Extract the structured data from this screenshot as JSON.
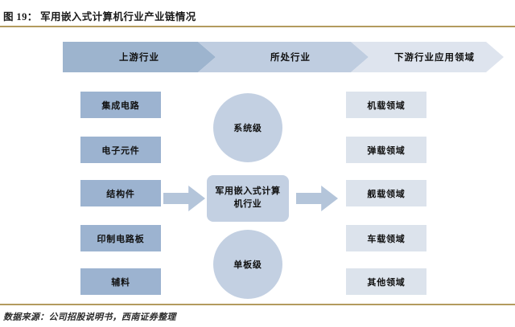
{
  "figure": {
    "title": "图 19： 军用嵌入式计算机行业产业链情况",
    "source": "数据来源：公司招股说明书，西南证券整理"
  },
  "colors": {
    "rule": "#b39a5e",
    "chevron_upstream": "#9db4ce",
    "chevron_current": "#bfcde0",
    "chevron_downstream": "#dee4ee",
    "upstream_box": "#9cb3d0",
    "downstream_box": "#dce3ec",
    "center_shape": "#c3d0e2",
    "block_arrow": "#b4c5da"
  },
  "banner": {
    "stages": [
      {
        "label": "上游行业"
      },
      {
        "label": "所处行业"
      },
      {
        "label": "下游行业应用领域"
      }
    ]
  },
  "upstream": {
    "items": [
      {
        "label": "集成电路"
      },
      {
        "label": "电子元件"
      },
      {
        "label": "结构件"
      },
      {
        "label": "印制电路板"
      },
      {
        "label": "辅料"
      }
    ]
  },
  "center": {
    "top_circle": "系统级",
    "core": "军用嵌入式计算机行业",
    "bottom_circle": "单板级"
  },
  "downstream": {
    "items": [
      {
        "label": "机载领域"
      },
      {
        "label": "弹载领域"
      },
      {
        "label": "舰载领域"
      },
      {
        "label": "车载领域"
      },
      {
        "label": "其他领域"
      }
    ]
  },
  "arrows": {
    "left_flow": "upstream-to-center-arrow",
    "right_flow": "center-to-downstream-arrow"
  }
}
